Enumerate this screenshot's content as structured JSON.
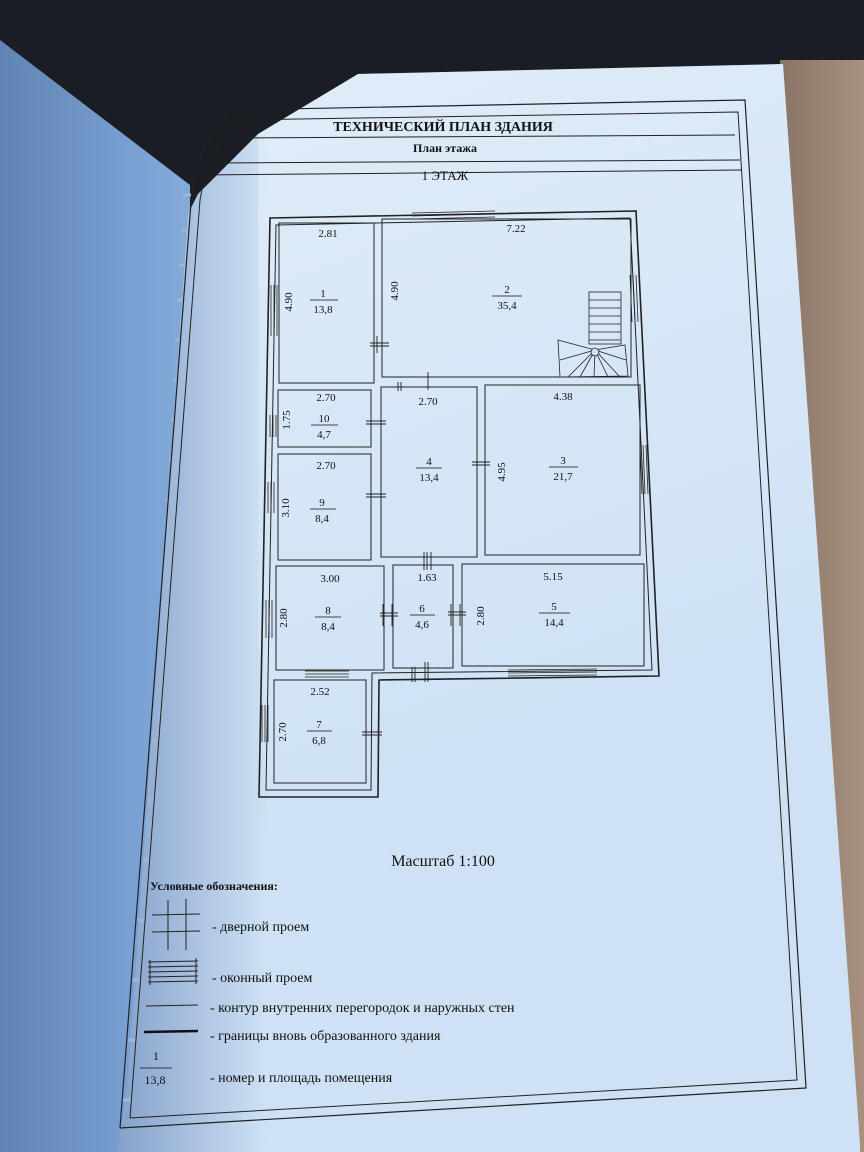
{
  "header": {
    "title": "ТЕХНИЧЕСКИЙ ПЛАН ЗДАНИЯ",
    "subtitle": "План этажа"
  },
  "floor_label": "1 ЭТАЖ",
  "rooms": [
    {
      "number": "1",
      "area": "13,8",
      "width": "2.81",
      "height": "4.90"
    },
    {
      "number": "2",
      "area": "35,4",
      "width": "7.22",
      "height": "4.90"
    },
    {
      "number": "3",
      "area": "21,7",
      "width": "4.38",
      "height": "4.95"
    },
    {
      "number": "4",
      "area": "13,4",
      "width": "2.70"
    },
    {
      "number": "5",
      "area": "14,4",
      "width": "5.15",
      "height": "2.80"
    },
    {
      "number": "6",
      "area": "4,6",
      "width": "1.63"
    },
    {
      "number": "7",
      "area": "6,8",
      "width": "2.52",
      "height": "2.70"
    },
    {
      "number": "8",
      "area": "8,4",
      "width": "3.00",
      "height": "2.80"
    },
    {
      "number": "9",
      "area": "8,4",
      "width": "2.70",
      "height": "3.10"
    },
    {
      "number": "10",
      "area": "4,7",
      "width": "2.70",
      "height": "1.75"
    }
  ],
  "scale": "Масштаб 1:100",
  "legend": {
    "title": "Условные обозначения:",
    "items": [
      "- дверной проем",
      "- оконный проем",
      "- контур внутренних перегородок и наружных стен",
      "- границы вновь образованного здания",
      "- номер и площадь помещения"
    ],
    "sample_number": "1",
    "sample_area": "13,8"
  }
}
